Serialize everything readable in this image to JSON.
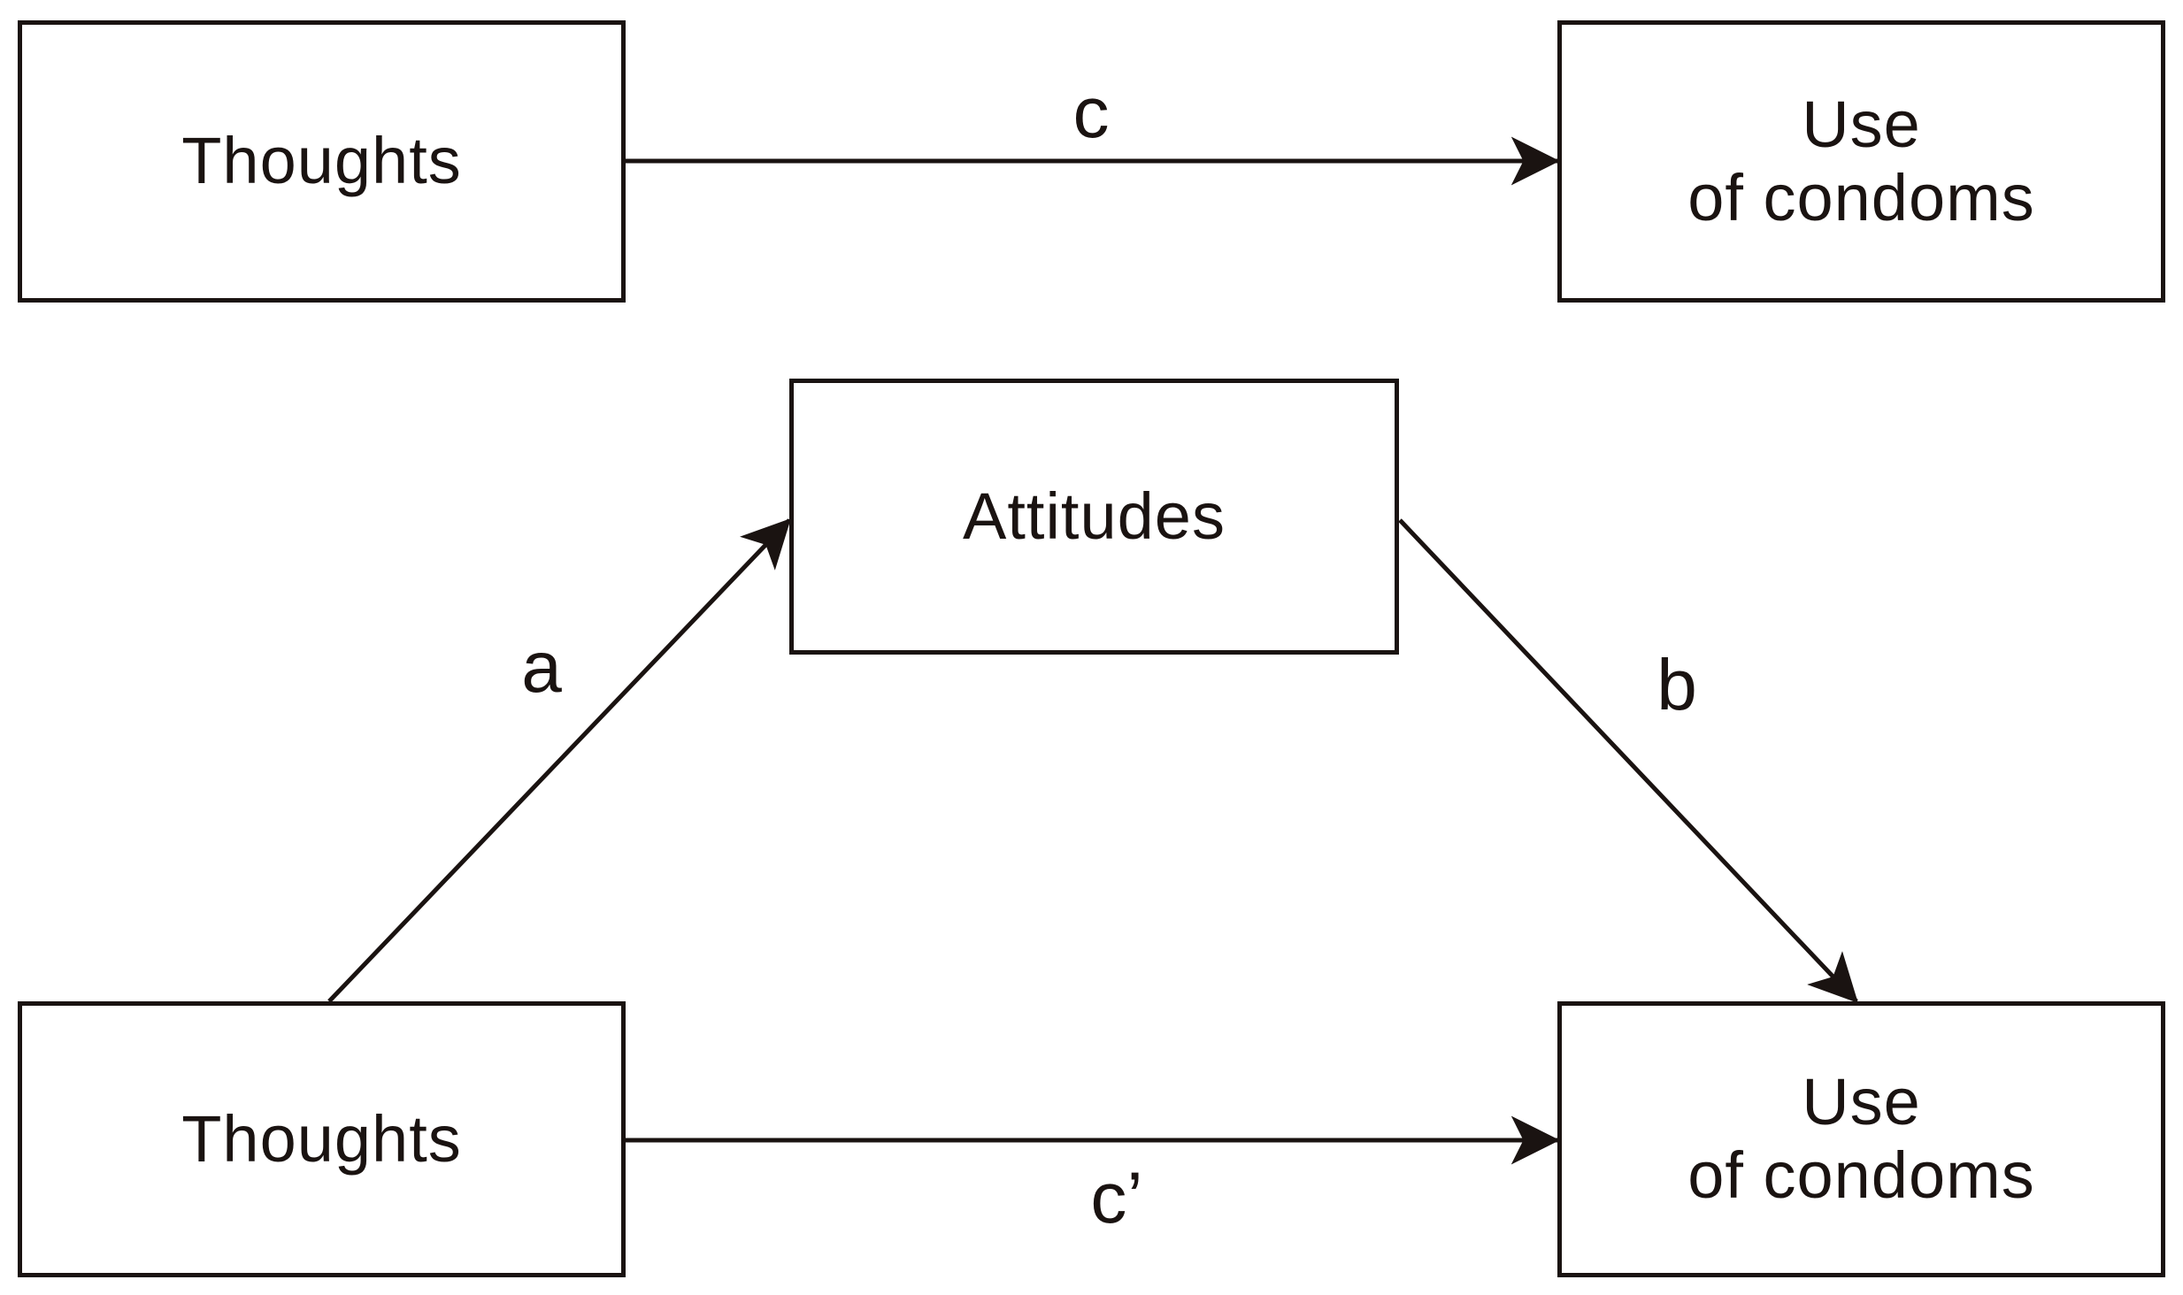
{
  "diagram": {
    "top_model": {
      "predictor": {
        "label": "Thoughts"
      },
      "outcome": {
        "line1": "Use",
        "line2": "of condoms"
      },
      "path_c": {
        "label": "c"
      }
    },
    "mediation_model": {
      "predictor": {
        "label": "Thoughts"
      },
      "mediator": {
        "label": "Attitudes"
      },
      "outcome": {
        "line1": "Use",
        "line2": "of condoms"
      },
      "path_a": {
        "label": "a"
      },
      "path_b": {
        "label": "b"
      },
      "path_c_prime": {
        "label": "c’"
      }
    },
    "colors": {
      "ink": "#1a1311",
      "background": "#ffffff"
    }
  }
}
